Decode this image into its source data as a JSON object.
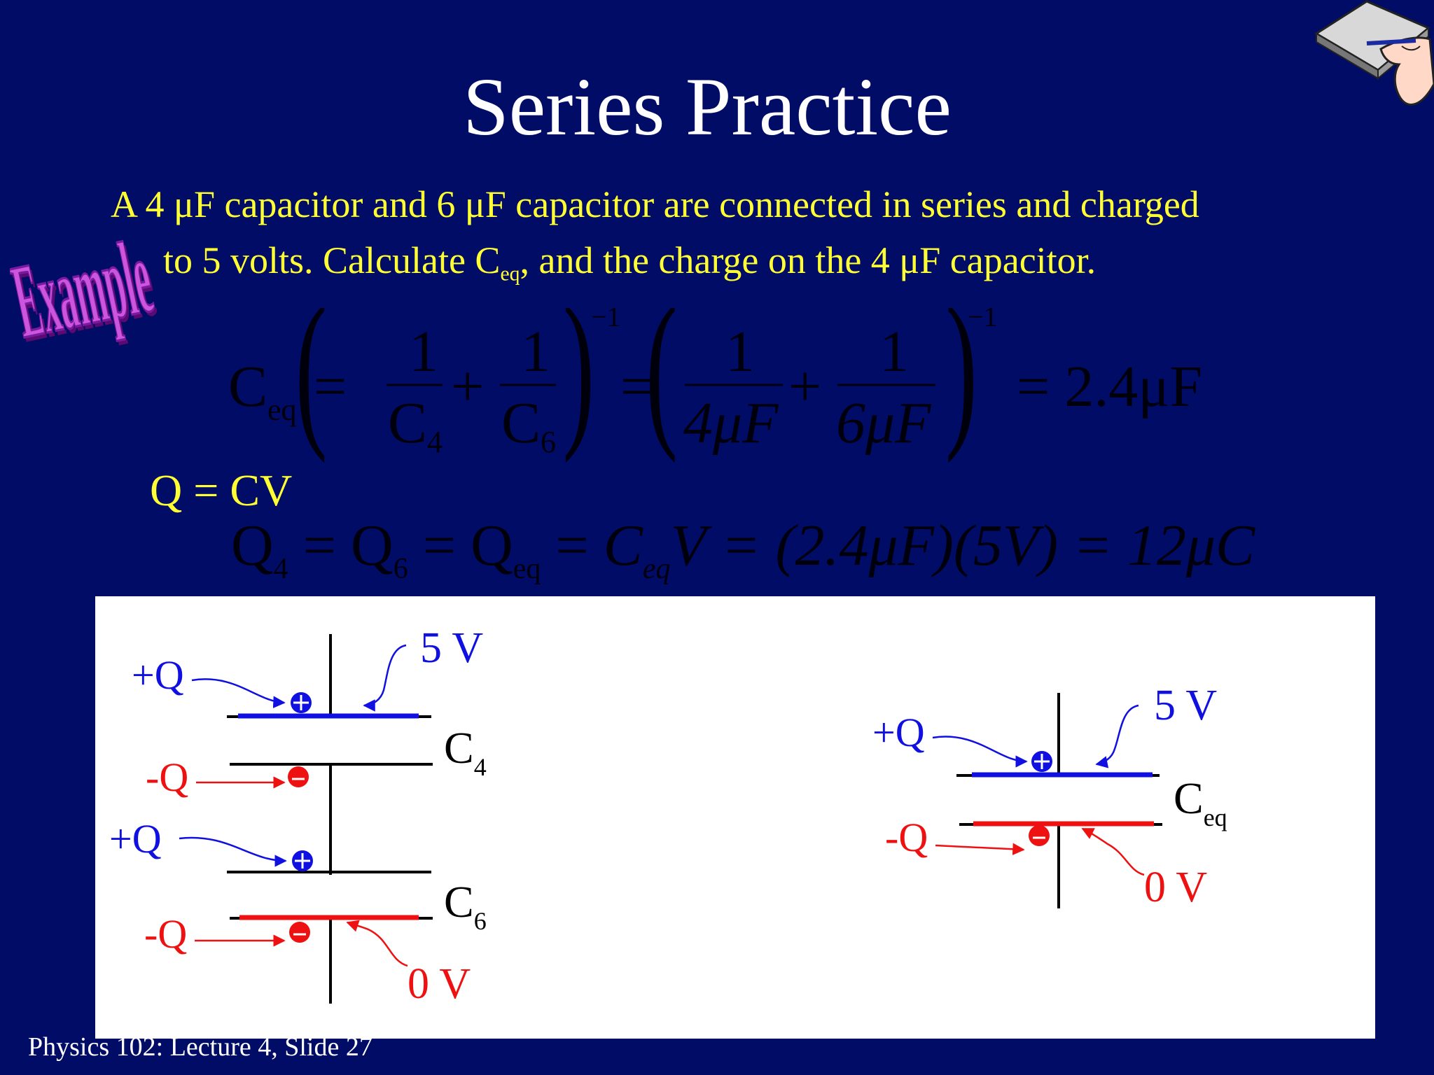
{
  "slide": {
    "title": "Series Practice",
    "problem": {
      "line1": "A 4 μF capacitor and 6 μF capacitor are connected in series and charged",
      "line2_before": "to 5 volts. Calculate C",
      "line2_sub": "eq",
      "line2_after": ", and the charge on the 4 μF capacitor."
    },
    "badge_text": "Example",
    "icon": "notepad-hand-icon",
    "formula_ceq": {
      "lhs": "C",
      "lhs_sub": "eq",
      "one": "1",
      "c": "C",
      "sub4": "4",
      "sub6": "6",
      "den_a": "4μF",
      "den_b": "6μF",
      "exp": "−1",
      "result": "= 2.4μF"
    },
    "q_cv": "Q = CV",
    "formula_q": {
      "q": "Q",
      "sub4": "4",
      "sub6": "6",
      "sub_eq": "eq",
      "c": "C",
      "v": "V",
      "mid": "= (2.4μF)(5V) = 12μC"
    },
    "diagram_left": {
      "top_voltage": "5 V",
      "bottom_voltage": "0 V",
      "plus_q": "+Q",
      "minus_q": "-Q",
      "cap4": "C",
      "cap4_sub": "4",
      "cap6": "C",
      "cap6_sub": "6"
    },
    "diagram_right": {
      "top_voltage": "5 V",
      "bottom_voltage": "0 V",
      "plus_q": "+Q",
      "minus_q": "-Q",
      "ceq": "C",
      "ceq_sub": "eq"
    },
    "footer": "Physics 102: Lecture 4, Slide 27",
    "colors": {
      "background": "#000c66",
      "title": "#ffffff",
      "body_text": "#ffff33",
      "positive": "#1010e0",
      "negative": "#ee1111",
      "equation": "#00000c"
    }
  }
}
